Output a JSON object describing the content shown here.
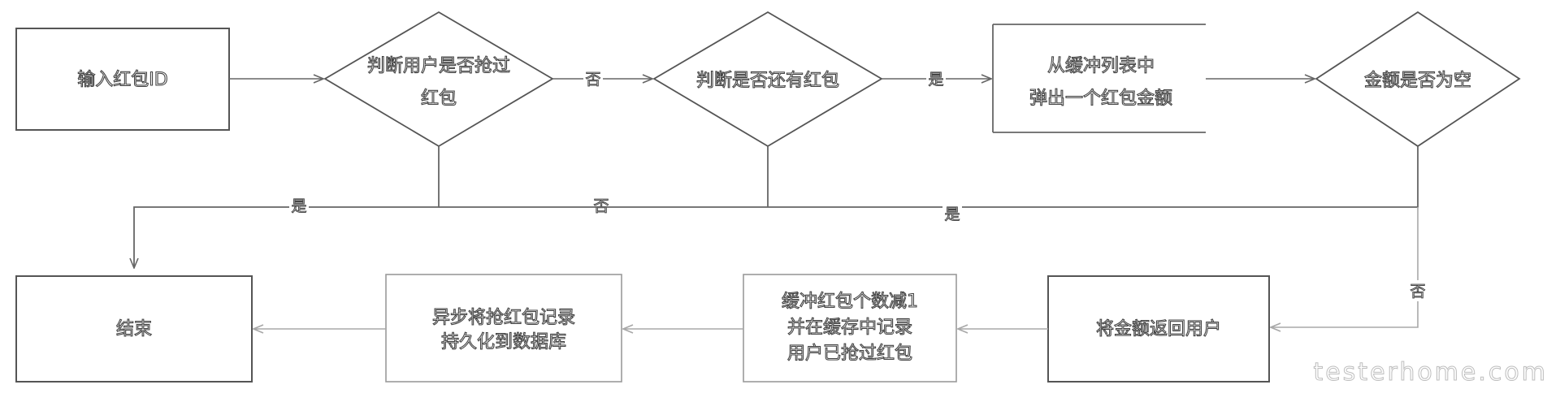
{
  "nodes": {
    "input": "输入红包ID",
    "check_grabbed": [
      "判断用户是否抢过",
      "红包"
    ],
    "check_remaining": "判断是否还有红包",
    "pop_amount": [
      "从缓冲列表中",
      "弹出一个红包金额"
    ],
    "check_empty": "金额是否为空",
    "return_amount": "将金额返回用户",
    "cache_update": [
      "缓冲红包个数减1",
      "并在缓存中记录",
      "用户已抢过红包"
    ],
    "async_persist": [
      "异步将抢红包记录",
      "持久化到数据库"
    ],
    "end": "结束"
  },
  "edges": {
    "grabbed_yes": "是",
    "grabbed_no": "否",
    "remaining_yes": "是",
    "remaining_no": "否",
    "empty_yes": "是",
    "empty_no": "否"
  },
  "watermark": "testerhome.com"
}
